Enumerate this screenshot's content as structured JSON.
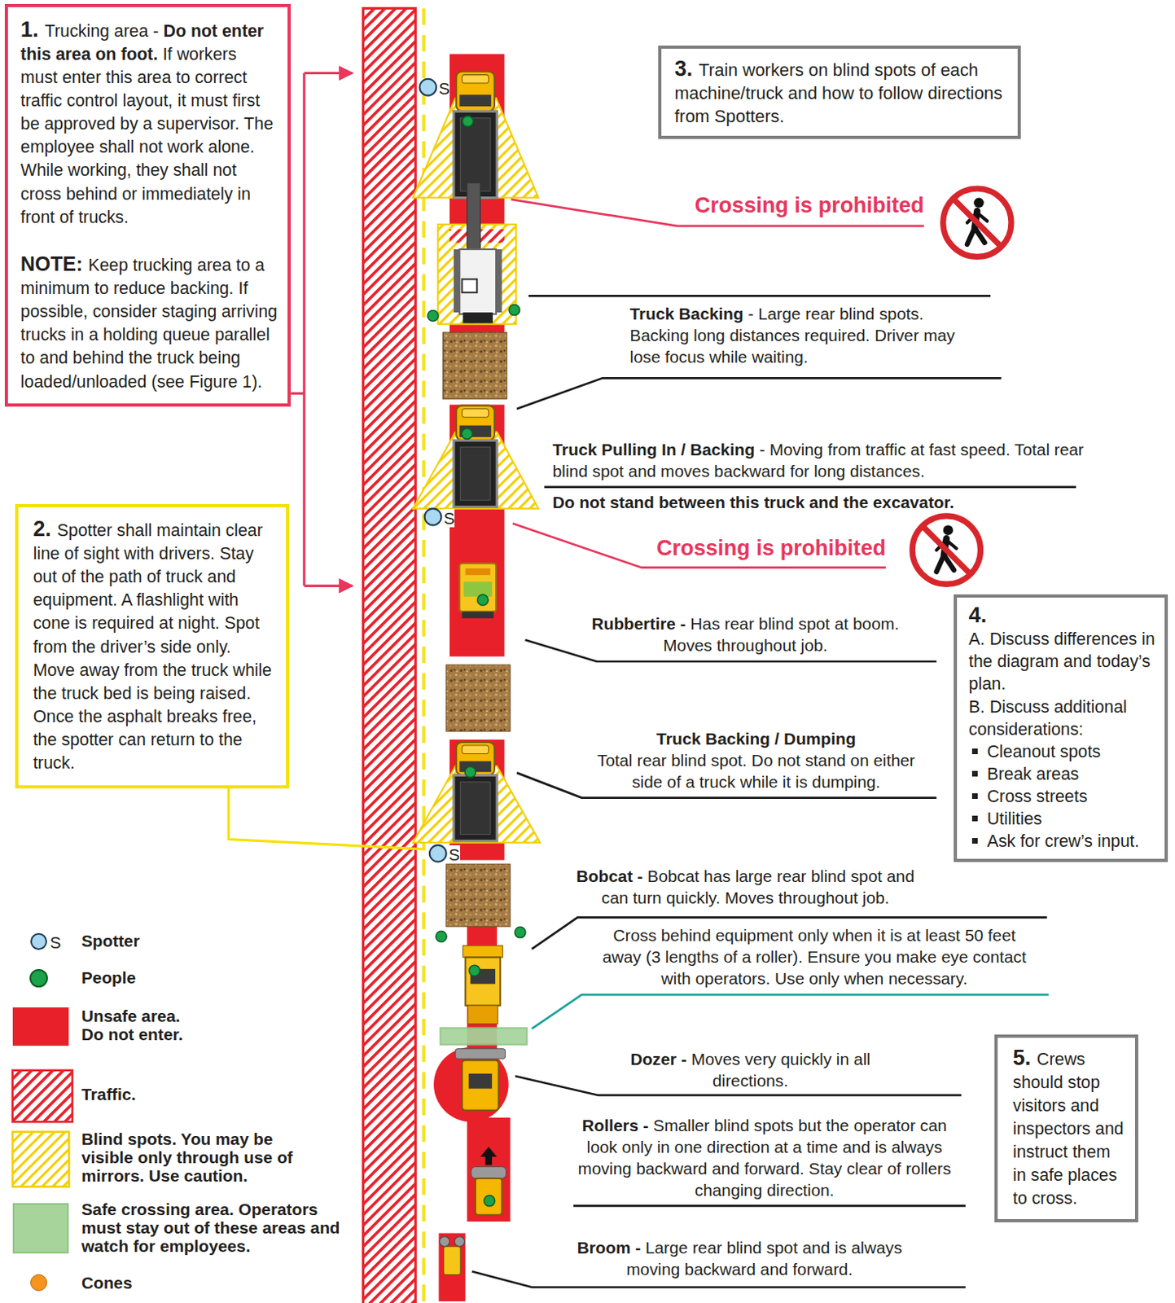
{
  "diagram": {
    "nodes": [
      {
        "text": [
          "1.",
          "Trucking area -",
          "Do not enter this area on foot.",
          "If workers must enter this area to correct traffic control layout, it must first be approved by a supervisor. The employee shall not work alone. While working, they shall not cross behind or immediately in front of trucks.",
          "NOTE:",
          "Keep trucking area to a minimum to reduce backing. If possible, consider staging arriving trucks in a holding queue parallel to and behind the truck being loaded/unloaded (see Figure 1)."
        ]
      },
      {
        "text": [
          "2.",
          "Spotter shall maintain clear line of sight with drivers. Stay out of the path of truck and equipment. A flashlight with cone is required at night. Spot from the driver’s side only. Move away from the truck while the truck bed is being raised. Once the asphalt breaks free, the spotter can return to the truck."
        ]
      },
      {
        "text": [
          "3.",
          "Train workers on blind spots of each machine/truck and how to follow directions from Spotters."
        ]
      },
      {
        "text": [
          "4.",
          "A. Discuss differences in the diagram and today’s plan.",
          "B. Discuss additional considerations:",
          "Cleanout spots",
          "Break areas",
          "Cross streets",
          "Utilities",
          "Ask for crew’s input."
        ]
      },
      {
        "text": [
          "5.",
          "Crews should stop visitors and inspectors and instruct them in safe places to cross."
        ]
      }
    ],
    "labels": [
      "S",
      "Crossing is prohibited",
      "Truck Backing",
      "- Large rear blind spots. Backing long distances required. Driver may lose focus while waiting.",
      "Truck Pulling In / Backing",
      "- Moving from traffic at fast speed. Total rear blind spot and moves backward for long distances.",
      "Do not stand between this truck and the excavator.",
      "S",
      "Crossing is prohibited",
      "Rubbertire -",
      "Has rear blind spot at boom. Moves throughout job.",
      "Truck Backing / Dumping",
      "Total rear blind spot. Do not stand on either side of a truck while it is dumping.",
      "S",
      "Bobcat -",
      "Bobcat has large rear blind spot and can turn quickly. Moves throughout job.",
      "Cross behind equipment only when it is at least 50 feet away (3 lengths of a roller). Ensure you make eye contact with operators. Use only when necessary.",
      "Dozer -",
      "Moves very quickly in all directions.",
      "Rollers -",
      "Smaller blind spots but the operator can look only in one direction at a time and is always moving backward and forward. Stay clear of rollers changing direction.",
      "Broom -",
      "Large rear blind spot and is always moving backward and forward.",
      "S"
    ],
    "legend": [
      {
        "text": "Spotter",
        "color": "#a9d8f0"
      },
      {
        "text": "People",
        "color": "#1aa34a"
      },
      {
        "text": "Unsafe area. Do not enter.",
        "color": "#e8202a"
      },
      {
        "text": "Traffic."
      },
      {
        "text": "Blind spots. You may be visible only through use of mirrors. Use caution."
      },
      {
        "text": "Safe crossing area. Operators must stay out of these areas and watch for employees.",
        "color": "#a6d49b"
      },
      {
        "text": "Cones",
        "color": "#f7941d"
      }
    ]
  }
}
